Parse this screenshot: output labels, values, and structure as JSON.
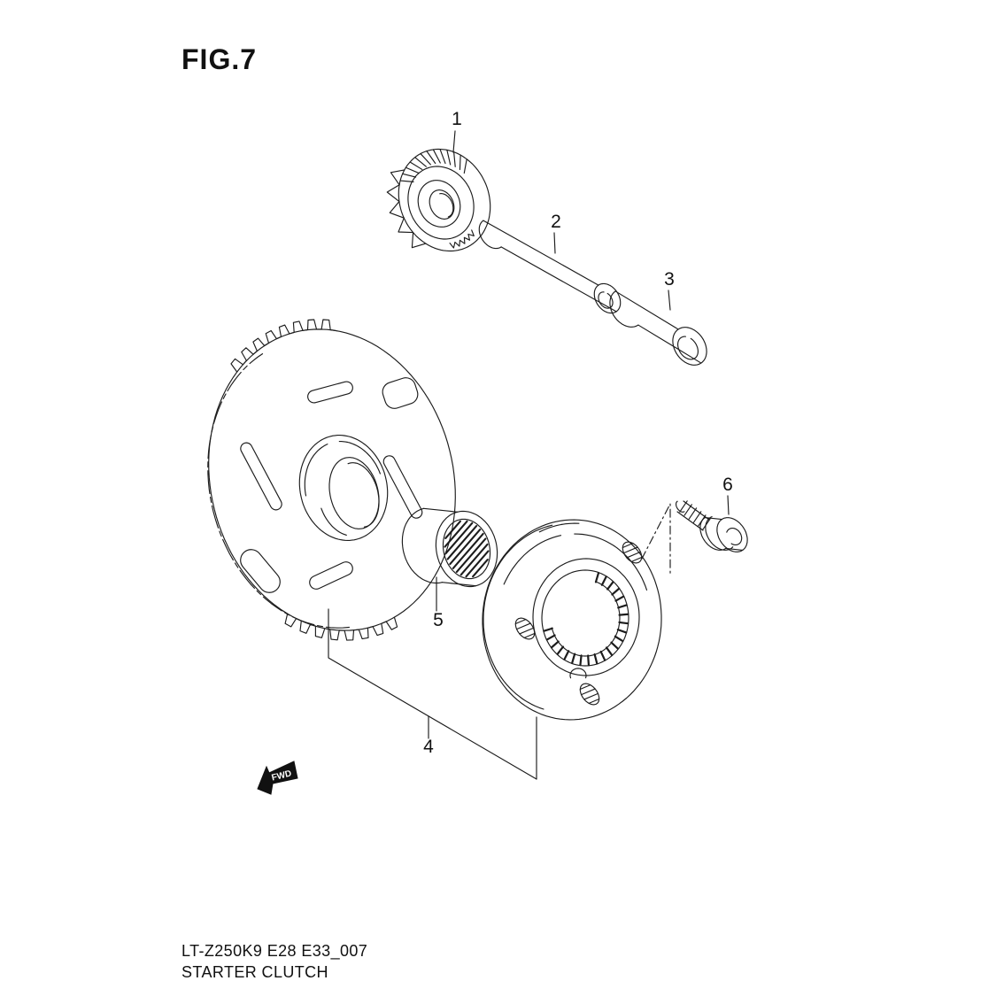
{
  "page": {
    "background": "#ffffff",
    "line_color": "#1c1c1c"
  },
  "figure": {
    "title": "FIG.7"
  },
  "callouts": [
    {
      "part": "1"
    },
    {
      "part": "2"
    },
    {
      "part": "3"
    },
    {
      "part": "4"
    },
    {
      "part": "5"
    },
    {
      "part": "6"
    }
  ],
  "direction_marker": {
    "label": "FWD"
  },
  "footer": {
    "model_code": "LT-Z250K9 E28 E33_007",
    "figure_name": "STARTER CLUTCH"
  }
}
